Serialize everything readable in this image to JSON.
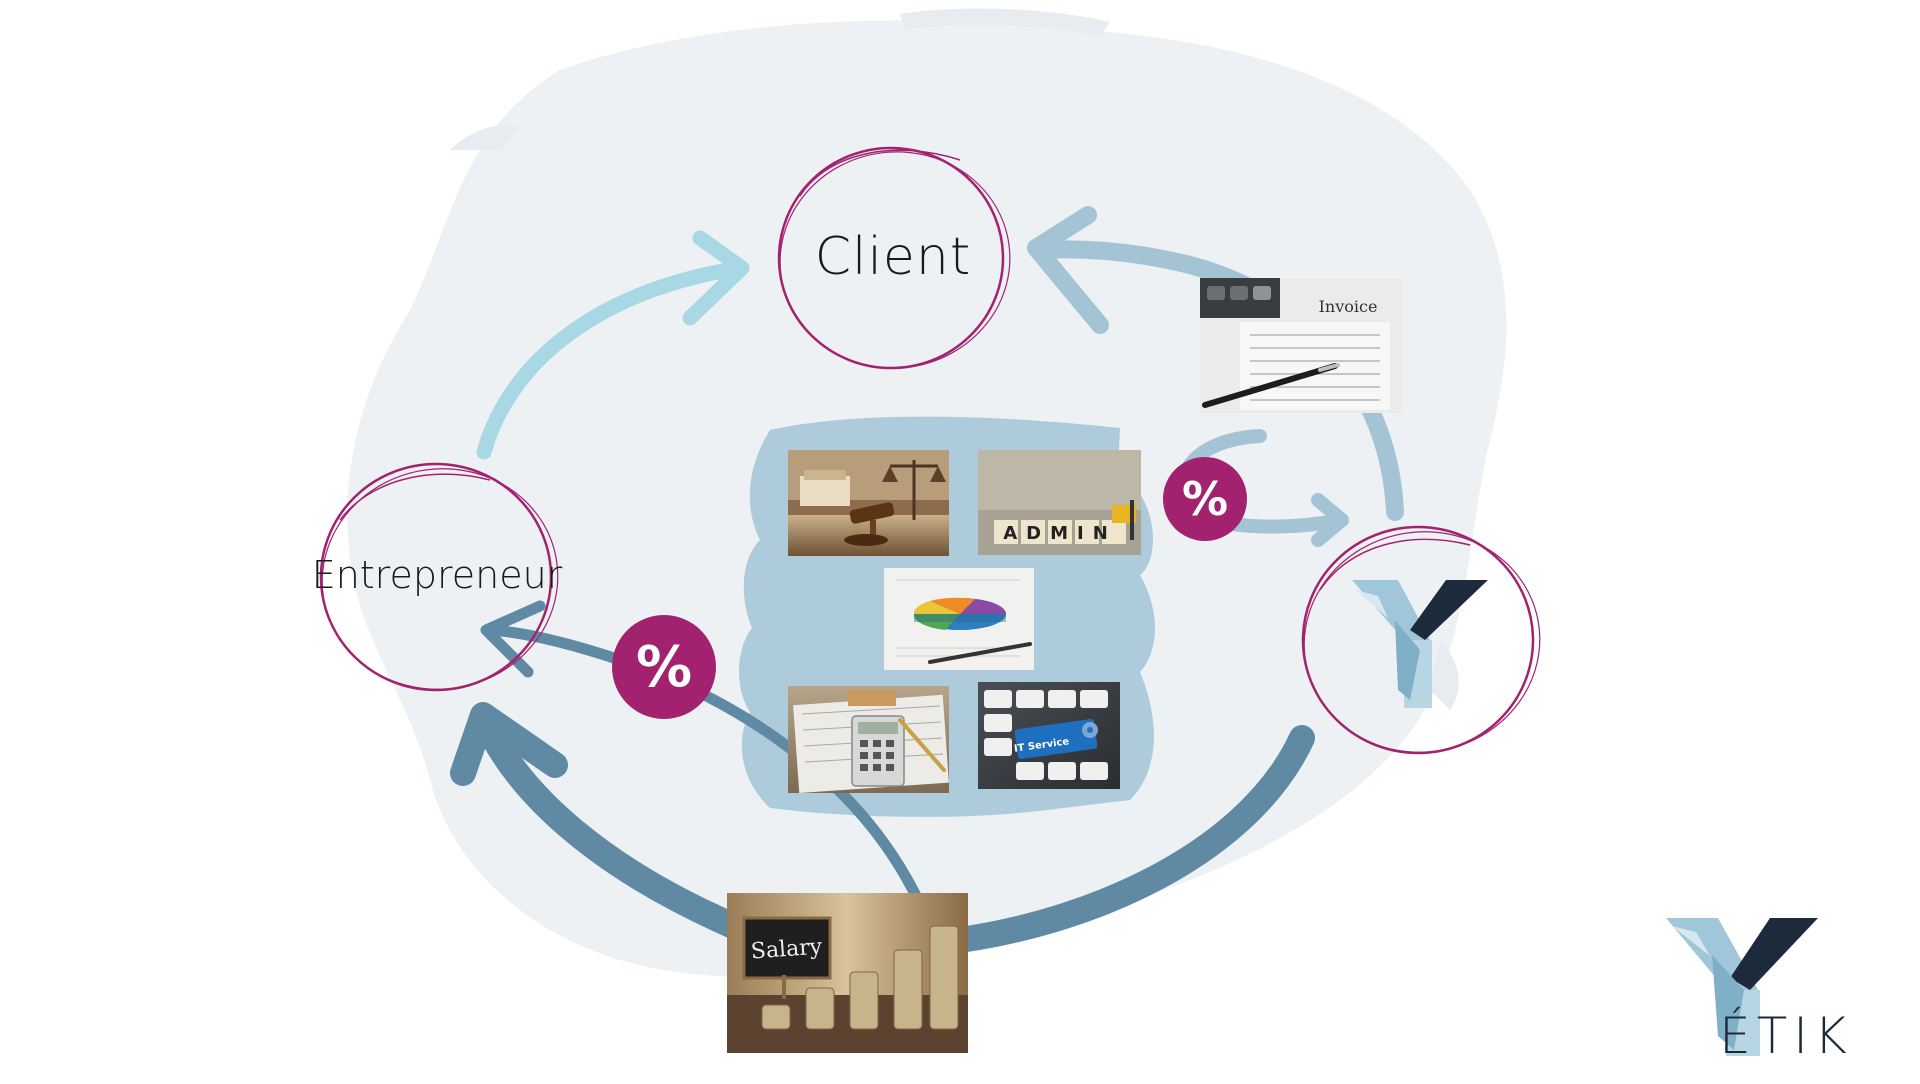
{
  "diagram": {
    "nodes": {
      "client": "Client",
      "entrepreneur": "Entrepreneur"
    },
    "percent_badges": [
      "%",
      "%"
    ],
    "images": {
      "invoice": {
        "caption": "Invoice"
      },
      "admin": {
        "caption": "ADMIN"
      },
      "it_service": {
        "caption": "IT Service"
      },
      "salary": {
        "caption": "Salary"
      }
    }
  },
  "brand": {
    "name": "ÉTIK"
  },
  "colors": {
    "background_blob": "#edf1f4",
    "center_blob": "#aecbdb",
    "circle_stroke": "#a3226f",
    "badge_fill": "#a3226f",
    "arrow_light": "#a8d8e3",
    "arrow_mid": "#a4c4d6",
    "arrow_dark": "#6089a4",
    "logo_dark": "#1d2a3b",
    "logo_ice": "#9fc6d9"
  }
}
